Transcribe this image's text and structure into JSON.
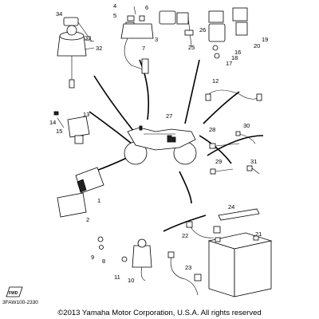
{
  "diagram": {
    "callouts": [
      "1",
      "2",
      "3",
      "4",
      "5",
      "6",
      "7",
      "8",
      "9",
      "10",
      "11",
      "12",
      "13",
      "14",
      "15",
      "16",
      "17",
      "18",
      "19",
      "20",
      "21",
      "22",
      "23",
      "24",
      "25",
      "26",
      "27",
      "28",
      "29",
      "30",
      "31",
      "32",
      "33",
      "34"
    ],
    "fwd_label": "FWD",
    "part_code": "3FAW100-2330"
  },
  "footer": {
    "copyright": "©2013 Yamaha Motor Corporation, U.S.A. All rights reserved"
  }
}
